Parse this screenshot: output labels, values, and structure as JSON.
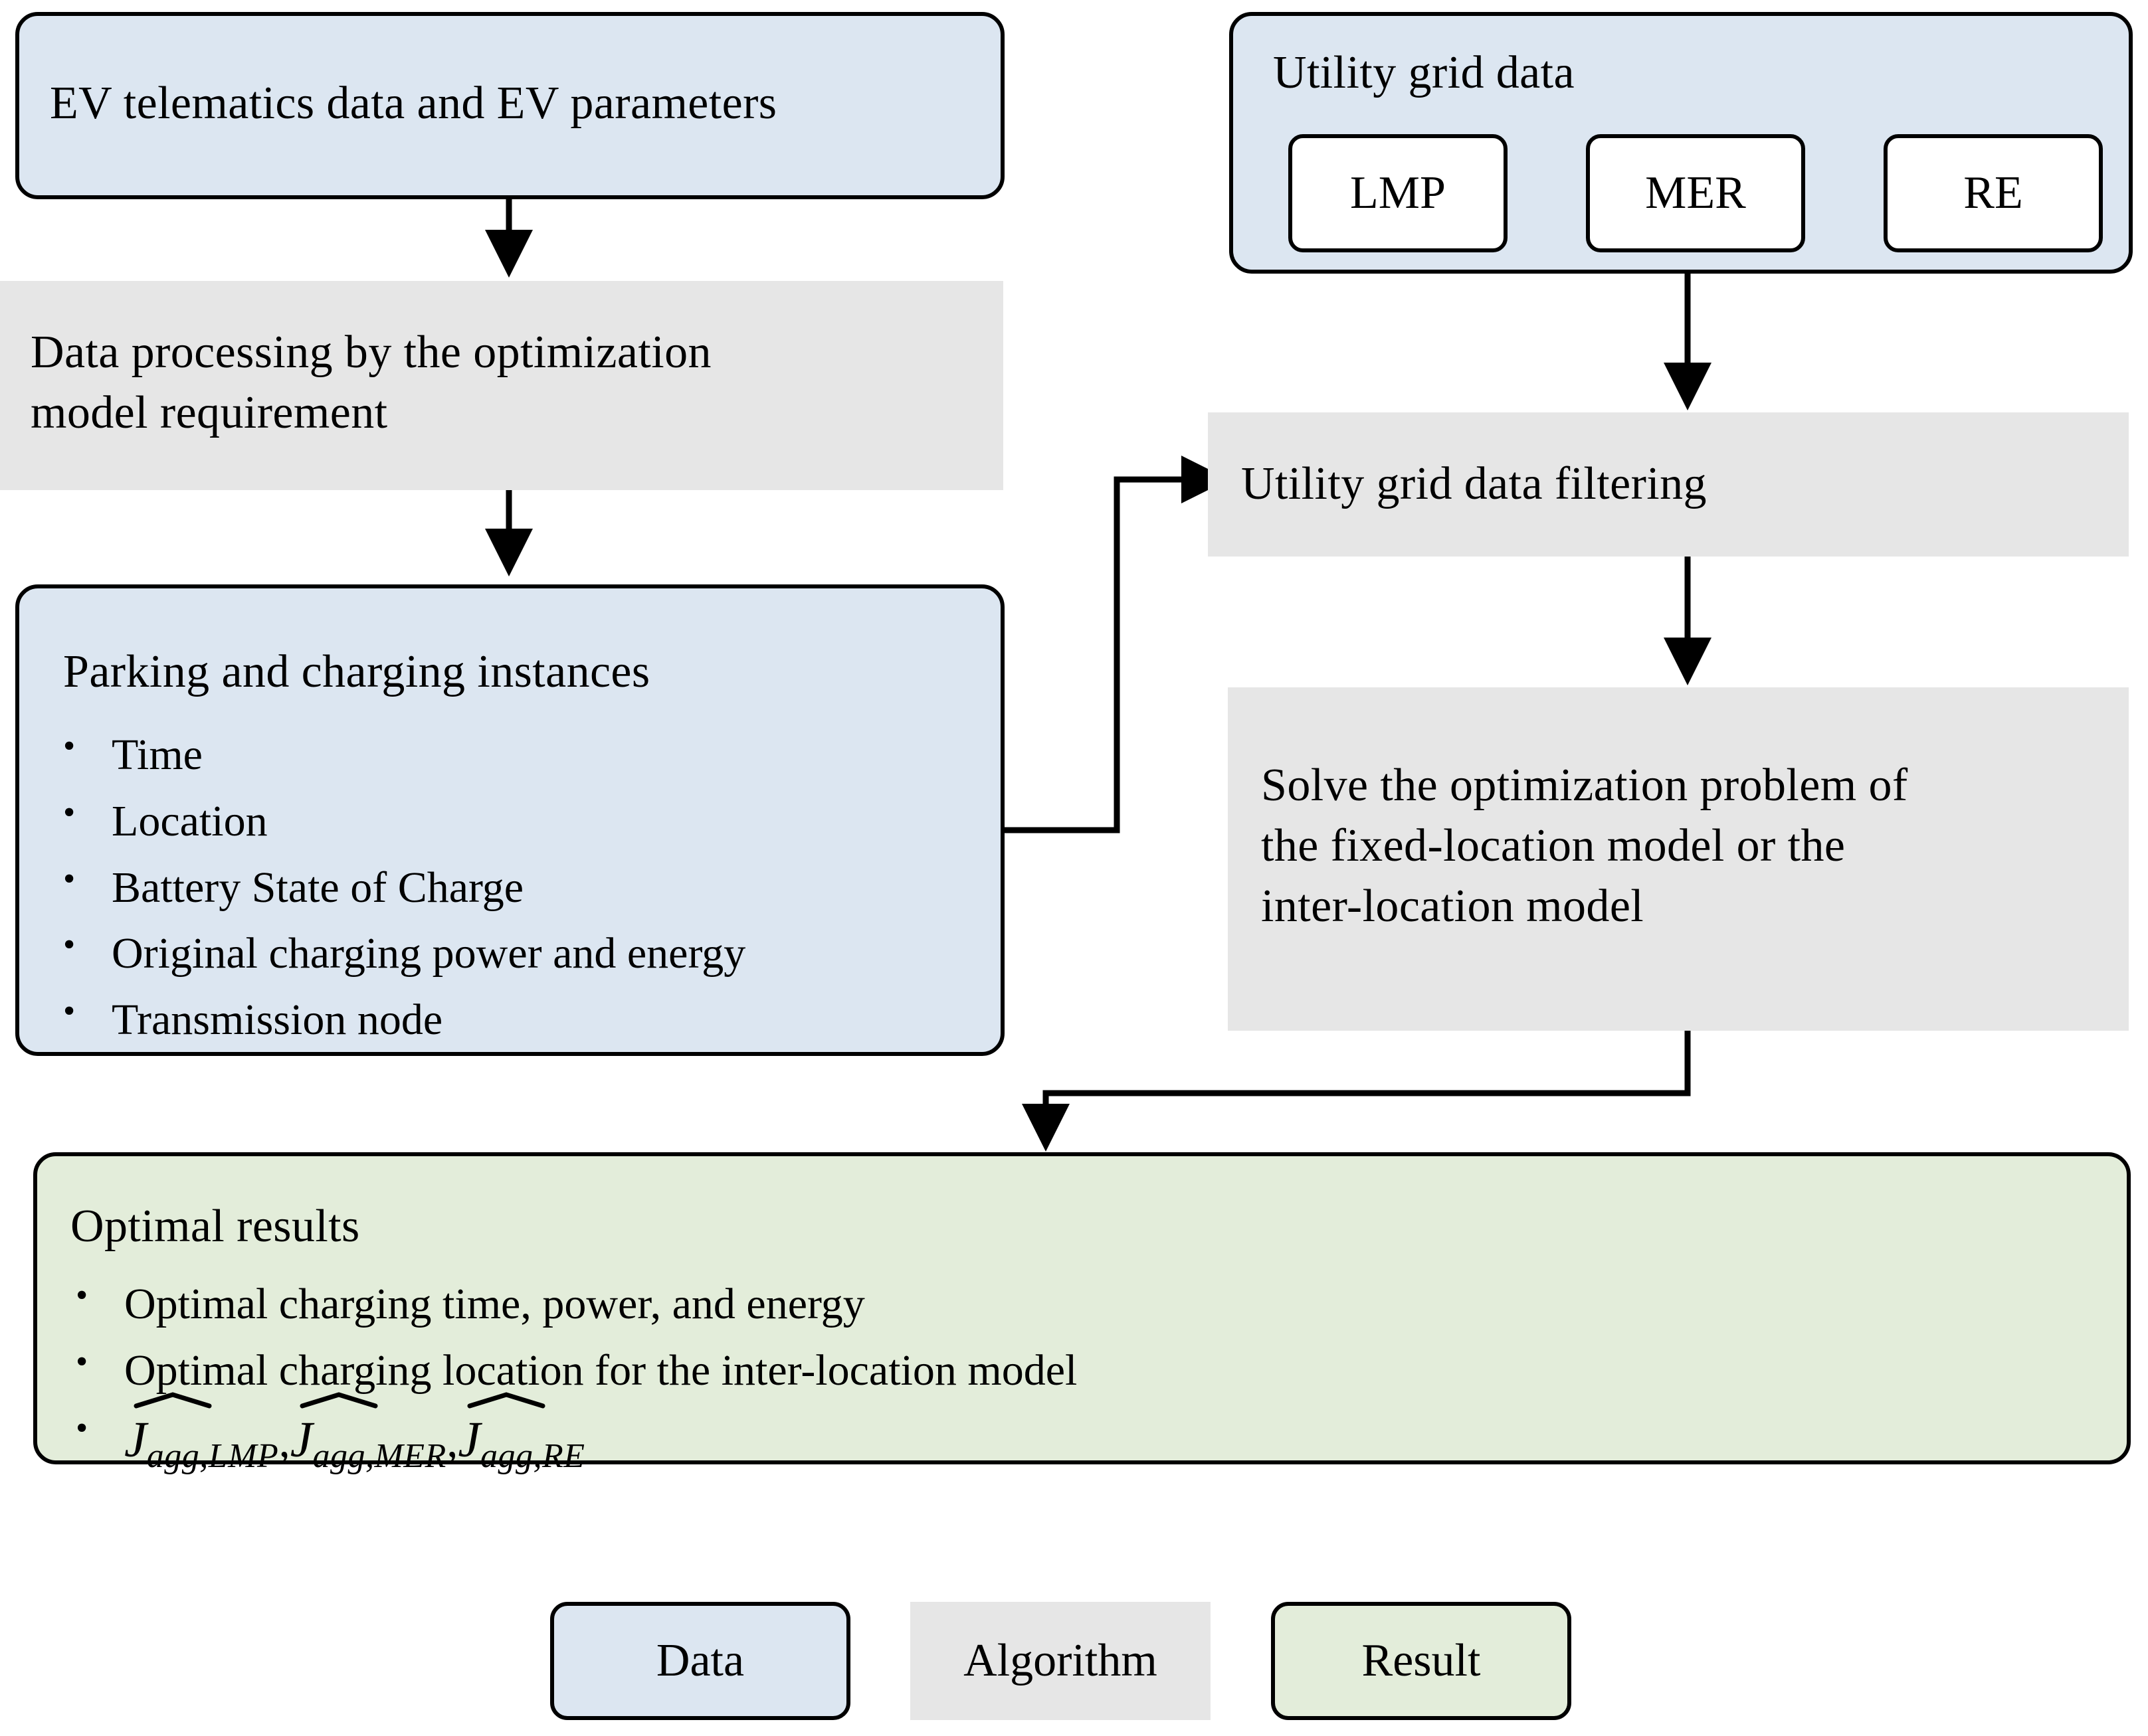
{
  "diagram": {
    "title": "EV charging optimization data-processing flowchart",
    "colors": {
      "data_fill": "#dce6f1",
      "algorithm_fill": "#e6e6e6",
      "result_fill": "#e3edda",
      "stroke": "#000000",
      "inner_box_fill": "#ffffff"
    }
  },
  "nodes": {
    "ev_input": {
      "label": "EV telematics  data and EV parameters",
      "kind": "data"
    },
    "data_processing": {
      "label": "Data processing  by the optimization\nmodel requirement",
      "kind": "algorithm"
    },
    "parking_instances": {
      "title": "Parking and charging instances",
      "kind": "data",
      "bullets": [
        "Time",
        "Location",
        "Battery State of Charge",
        "Original charging power and energy",
        "Transmission node"
      ]
    },
    "utility_grid_data": {
      "title": "Utility grid data",
      "kind": "data",
      "chips": [
        "LMP",
        "MER",
        "RE"
      ]
    },
    "grid_filtering": {
      "label": "Utility grid data filtering",
      "kind": "algorithm"
    },
    "solve_optimization": {
      "label": "Solve the optimization  problem  of\nthe fixed-location  model or the\ninter-location  model",
      "kind": "algorithm"
    },
    "optimal_results": {
      "title": "Optimal results",
      "kind": "result",
      "bullets": [
        "Optimal charging time, power, and energy",
        "Optimal charging location for the inter-location model"
      ],
      "formula": {
        "terms": [
          {
            "var": "J",
            "sub": "agg,LMP"
          },
          {
            "var": "J",
            "sub": "agg,MER"
          },
          {
            "var": "J",
            "sub": "agg,RE"
          }
        ],
        "separator": ",",
        "accent": "widehat"
      }
    }
  },
  "legend": {
    "items": [
      {
        "label": "Data",
        "kind": "data"
      },
      {
        "label": "Algorithm",
        "kind": "algorithm"
      },
      {
        "label": "Result",
        "kind": "result"
      }
    ]
  },
  "edges": [
    {
      "from": "ev_input",
      "to": "data_processing"
    },
    {
      "from": "data_processing",
      "to": "parking_instances"
    },
    {
      "from": "utility_grid_data",
      "to": "grid_filtering"
    },
    {
      "from": "parking_instances",
      "to": "grid_filtering"
    },
    {
      "from": "grid_filtering",
      "to": "solve_optimization"
    },
    {
      "from": "solve_optimization",
      "to": "optimal_results"
    }
  ]
}
